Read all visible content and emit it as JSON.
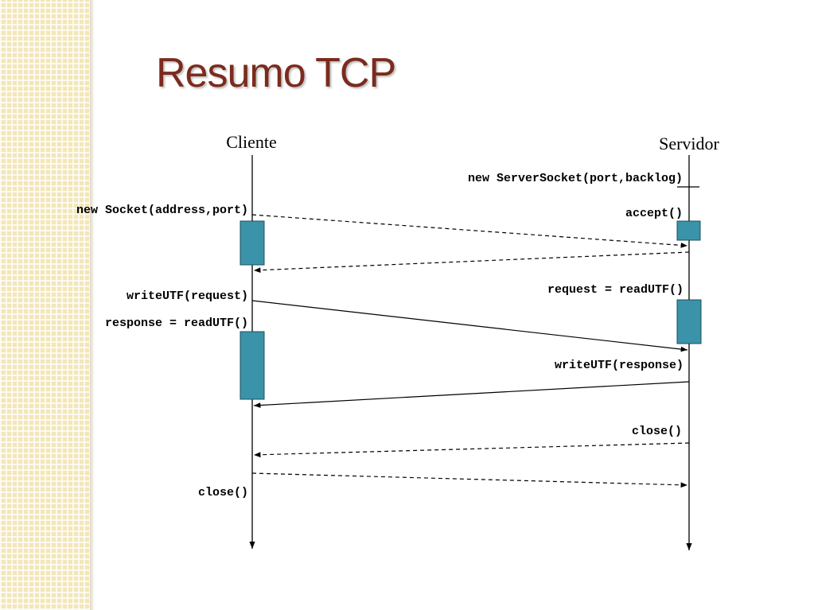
{
  "slide": {
    "title": "Resumo TCP"
  },
  "diagram": {
    "actors": {
      "client": "Cliente",
      "server": "Servidor"
    },
    "calls": {
      "server_socket": "new ServerSocket(port,backlog)",
      "socket": "new Socket(address,port)",
      "accept": "accept()",
      "server_read": "request = readUTF()",
      "client_write": "writeUTF(request)",
      "client_read": "response = readUTF()",
      "server_write": "writeUTF(response)",
      "server_close": "close()",
      "client_close": "close()"
    }
  },
  "colors": {
    "title": "#7b2b1e",
    "activation": "#3a93a8",
    "strip": "#f3e6b8"
  }
}
